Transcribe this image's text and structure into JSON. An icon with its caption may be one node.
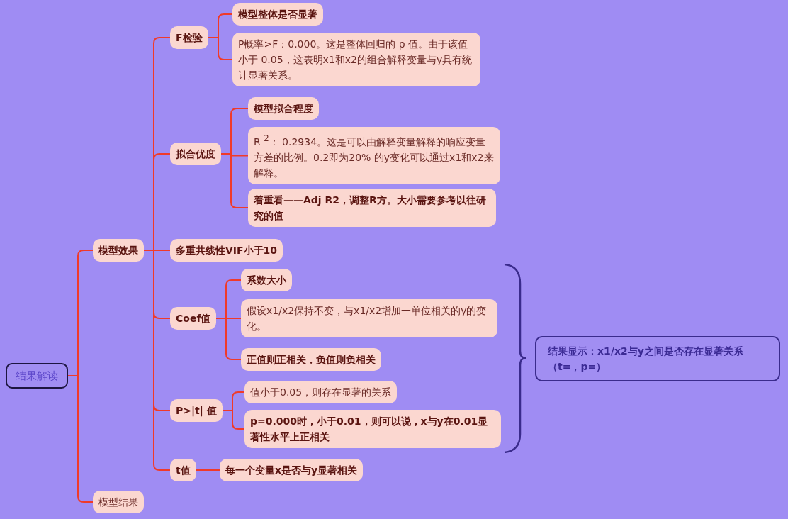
{
  "diagram": {
    "nodes": [
      {
        "text": [
          "结果解读"
        ]
      },
      {
        "text": [
          "模型效果"
        ]
      },
      {
        "text": [
          "F检验"
        ]
      },
      {
        "text": [
          "模型整体是否显著"
        ]
      },
      {
        "text": [
          "P概率>F：0.000。这是整体回归的 p 值。由于该值小于 0.05，这表明x1和x2的组合解释变量与y具有统计显著关系。"
        ]
      },
      {
        "text": [
          "拟合优度"
        ]
      },
      {
        "text": [
          "模型拟合程度"
        ]
      },
      {
        "text": [
          "R $^{2}$： 0.2934。这是可以由解释变量解释的响应变量方差的比例。0.2即为20% 的y变化可以通过x1和x2来解释。"
        ]
      },
      {
        "text": [
          "着重看——Adj R2，调整R方。大小需要参考以往研究的值"
        ]
      },
      {
        "text": [
          "多重共线性VIF小于10"
        ]
      },
      {
        "text": [
          "Coef值"
        ]
      },
      {
        "text": [
          "系数大小"
        ]
      },
      {
        "text": [
          "假设x1/x2保持不变，与x1/x2增加一单位相关的y的变化。"
        ]
      },
      {
        "text": [
          "正值则正相关，负值则负相关"
        ]
      },
      {
        "text": [
          "P>|t| 值"
        ]
      },
      {
        "text": [
          "值小于0.05，则存在显著的关系"
        ]
      },
      {
        "text": [
          "p=0.000时，小于0.01，则可以说，x与y在0.01显著性水平上正相关"
        ]
      },
      {
        "text": [
          "t值"
        ]
      },
      {
        "text": [
          "每一个变量x是否与y显著相关"
        ]
      },
      {
        "text": [
          "模型结果"
        ]
      },
      {
        "text": [
          "结果显示：x1/x2与y之间是否存在显著关系（t=，p=）"
        ]
      }
    ],
    "edges": [
      {
        "from": 0,
        "to": 1,
        "arrow": "none"
      },
      {
        "from": 0,
        "to": 19,
        "arrow": "none"
      },
      {
        "from": 1,
        "to": 2,
        "arrow": "none"
      },
      {
        "from": 1,
        "to": 5,
        "arrow": "none"
      },
      {
        "from": 1,
        "to": 9,
        "arrow": "none"
      },
      {
        "from": 1,
        "to": 10,
        "arrow": "none"
      },
      {
        "from": 1,
        "to": 14,
        "arrow": "none"
      },
      {
        "from": 1,
        "to": 17,
        "arrow": "none"
      },
      {
        "from": 2,
        "to": 3,
        "arrow": "none"
      },
      {
        "from": 2,
        "to": 4,
        "arrow": "none"
      },
      {
        "from": 5,
        "to": 6,
        "arrow": "none"
      },
      {
        "from": 5,
        "to": 7,
        "arrow": "none"
      },
      {
        "from": 5,
        "to": 8,
        "arrow": "none"
      },
      {
        "from": 10,
        "to": 11,
        "arrow": "none"
      },
      {
        "from": 10,
        "to": 12,
        "arrow": "none"
      },
      {
        "from": 10,
        "to": 13,
        "arrow": "none"
      },
      {
        "from": 14,
        "to": 15,
        "arrow": "none"
      },
      {
        "from": 14,
        "to": 16,
        "arrow": "none"
      },
      {
        "from": 17,
        "to": 18,
        "arrow": "none"
      }
    ]
  }
}
